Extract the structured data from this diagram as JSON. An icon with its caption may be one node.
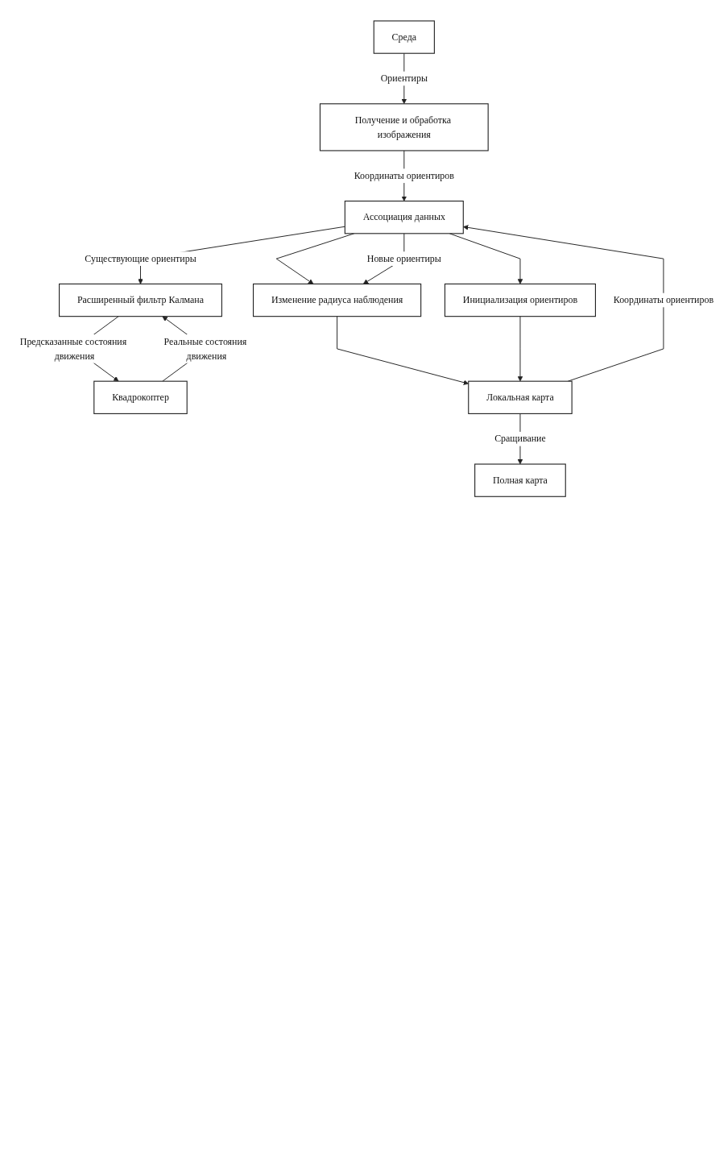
{
  "diagram": {
    "nodes": [
      {
        "text": [
          "Среда"
        ]
      },
      {
        "text": [
          "Квадрокоптер"
        ]
      },
      {
        "text": [
          "Полная карта"
        ]
      },
      {
        "text": [
          "Получение и обработка изображения"
        ]
      },
      {
        "text": [
          "Расширенный фильтр Калмана"
        ]
      },
      {
        "text": [
          "Ассоциация данных"
        ]
      },
      {
        "text": [
          "Изменение радиуса наблюдения"
        ]
      },
      {
        "text": [
          "Локальная карта"
        ]
      },
      {
        "text": [
          "Инициализация ориентиров"
        ]
      }
    ],
    "edges": [
      {
        "from": 0,
        "to": 3,
        "arrow": "to",
        "label": "Ориентиры"
      },
      {
        "from": 3,
        "to": 5,
        "arrow": "to",
        "label": "Координаты ориентиров"
      },
      {
        "from": 1,
        "to": 4,
        "arrow": "to",
        "label": "Реальные состояния движения"
      },
      {
        "from": 4,
        "to": 1,
        "arrow": "to",
        "label": "Предсказанные состояния движения"
      },
      {
        "from": 7,
        "to": 2,
        "arrow": "to",
        "label": "Сращивание"
      },
      {
        "from": 5,
        "to": 4,
        "arrow": "to",
        "label": "Существующие ориентиры"
      },
      {
        "from": 5,
        "to": 6,
        "arrow": "to"
      },
      {
        "from": 5,
        "to": 6,
        "arrow": "to",
        "label": "Новые ориентиры"
      },
      {
        "from": 5,
        "to": 8,
        "arrow": "to"
      },
      {
        "from": 6,
        "to": 7,
        "arrow": "to"
      },
      {
        "from": 8,
        "to": 7,
        "arrow": "to"
      },
      {
        "from": 7,
        "to": 5,
        "arrow": "to",
        "label": "Координаты ориентиров"
      }
    ]
  }
}
